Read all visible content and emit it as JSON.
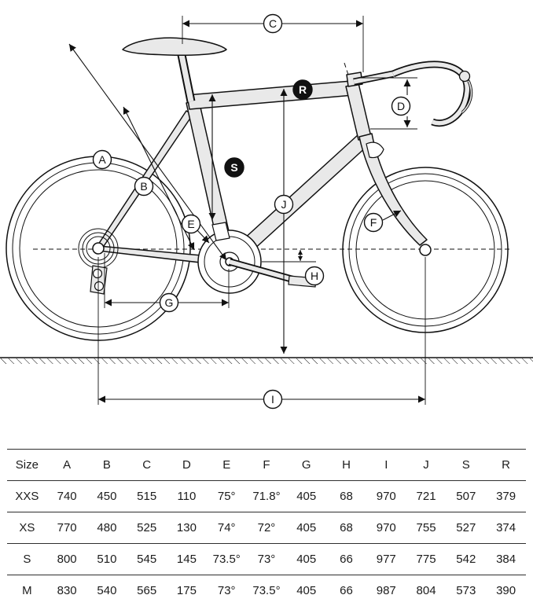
{
  "diagram": {
    "labels": {
      "A": "A",
      "B": "B",
      "C": "C",
      "D": "D",
      "E": "E",
      "F": "F",
      "G": "G",
      "H": "H",
      "I": "I",
      "J": "J"
    },
    "filled_labels": {
      "R": "R",
      "S": "S"
    }
  },
  "chart_data": {
    "type": "table",
    "columns": [
      "Size",
      "A",
      "B",
      "C",
      "D",
      "E",
      "F",
      "G",
      "H",
      "I",
      "J",
      "S",
      "R"
    ],
    "rows": [
      [
        "XXS",
        "740",
        "450",
        "515",
        "110",
        "75°",
        "71.8°",
        "405",
        "68",
        "970",
        "721",
        "507",
        "379"
      ],
      [
        "XS",
        "770",
        "480",
        "525",
        "130",
        "74°",
        "72°",
        "405",
        "68",
        "970",
        "755",
        "527",
        "374"
      ],
      [
        "S",
        "800",
        "510",
        "545",
        "145",
        "73.5°",
        "73°",
        "405",
        "66",
        "977",
        "775",
        "542",
        "384"
      ],
      [
        "M",
        "830",
        "540",
        "565",
        "175",
        "73°",
        "73.5°",
        "405",
        "66",
        "987",
        "804",
        "573",
        "390"
      ]
    ]
  }
}
